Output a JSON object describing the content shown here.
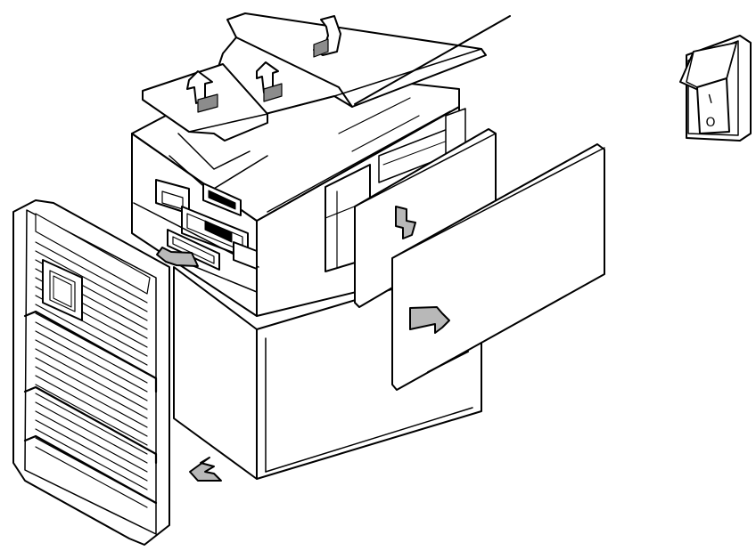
{
  "colors": {
    "line": "#000000",
    "fill": "#ffffff",
    "shade": "#b8b8b8",
    "dark": "#8c8c8c"
  },
  "power_switch": {
    "on_symbol": "I",
    "off_symbol": "O"
  },
  "parts": [
    "chassis",
    "front-bezel",
    "side-panel-inner",
    "side-panel-outer",
    "top-cover",
    "drive-bay-cover",
    "power-switch"
  ]
}
